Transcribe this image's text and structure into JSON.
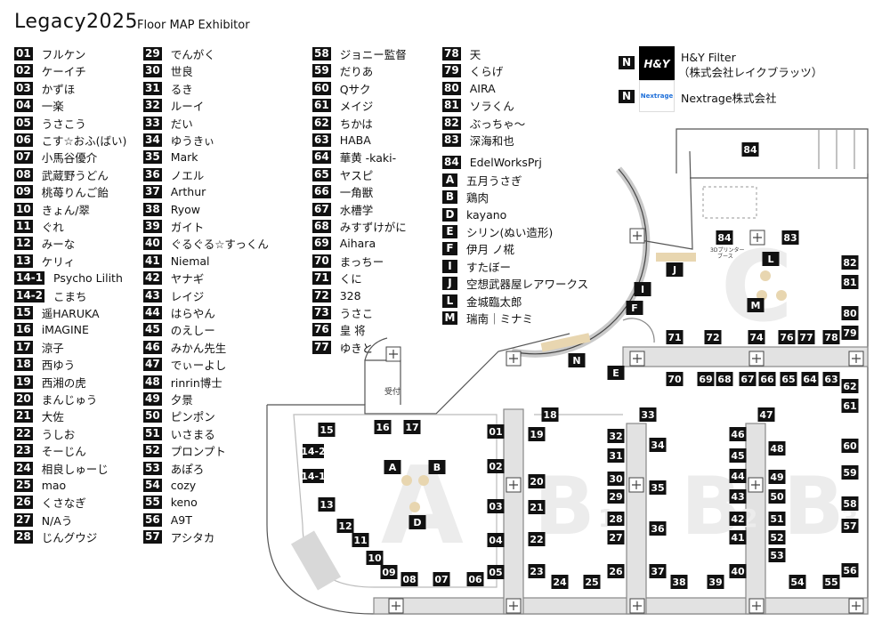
{
  "header": {
    "title": "Legacy2025",
    "subtitle": "Floor MAP Exhibitor"
  },
  "exhibitors": [
    {
      "no": "01",
      "name": "フルケン"
    },
    {
      "no": "02",
      "name": "ケーイチ"
    },
    {
      "no": "03",
      "name": "かずほ"
    },
    {
      "no": "04",
      "name": "一楽"
    },
    {
      "no": "05",
      "name": "うさこう"
    },
    {
      "no": "06",
      "name": "こす☆おふ(ばい)"
    },
    {
      "no": "07",
      "name": "小馬谷優介"
    },
    {
      "no": "08",
      "name": "武蔵野うどん"
    },
    {
      "no": "09",
      "name": "桃苺りんご飴"
    },
    {
      "no": "10",
      "name": "きょん/翠"
    },
    {
      "no": "11",
      "name": "ぐれ"
    },
    {
      "no": "12",
      "name": "みーな"
    },
    {
      "no": "13",
      "name": "ケリィ"
    },
    {
      "no": "14-1",
      "name": "Psycho Lilith"
    },
    {
      "no": "14-2",
      "name": "こまち"
    },
    {
      "no": "15",
      "name": "遥HARUKA"
    },
    {
      "no": "16",
      "name": "iMAGINE"
    },
    {
      "no": "17",
      "name": "涼子"
    },
    {
      "no": "18",
      "name": "西ゆう"
    },
    {
      "no": "19",
      "name": "西湘の虎"
    },
    {
      "no": "20",
      "name": "まんじゅう"
    },
    {
      "no": "21",
      "name": "大佐"
    },
    {
      "no": "22",
      "name": "うしお"
    },
    {
      "no": "23",
      "name": "そーじん"
    },
    {
      "no": "24",
      "name": "相良しゅーじ"
    },
    {
      "no": "25",
      "name": "mao"
    },
    {
      "no": "26",
      "name": "くさなぎ"
    },
    {
      "no": "27",
      "name": "N/Aう"
    },
    {
      "no": "28",
      "name": "じんグウジ"
    },
    {
      "no": "29",
      "name": "でんがく"
    },
    {
      "no": "30",
      "name": "世良"
    },
    {
      "no": "31",
      "name": "るき"
    },
    {
      "no": "32",
      "name": "ルーイ"
    },
    {
      "no": "33",
      "name": "だい"
    },
    {
      "no": "34",
      "name": "ゆうきぃ"
    },
    {
      "no": "35",
      "name": "Mark"
    },
    {
      "no": "36",
      "name": "ノエル"
    },
    {
      "no": "37",
      "name": "Arthur"
    },
    {
      "no": "38",
      "name": "Ryow"
    },
    {
      "no": "39",
      "name": "ガイト"
    },
    {
      "no": "40",
      "name": "ぐるぐる☆すっくん"
    },
    {
      "no": "41",
      "name": "Niemal"
    },
    {
      "no": "42",
      "name": "ヤナギ"
    },
    {
      "no": "43",
      "name": "レイジ"
    },
    {
      "no": "44",
      "name": "はらやん"
    },
    {
      "no": "45",
      "name": "のえしー"
    },
    {
      "no": "46",
      "name": "みかん先生"
    },
    {
      "no": "47",
      "name": "でぃーよし"
    },
    {
      "no": "48",
      "name": "rinrin博士"
    },
    {
      "no": "49",
      "name": "夕景"
    },
    {
      "no": "50",
      "name": "ピンポン"
    },
    {
      "no": "51",
      "name": "いさまる"
    },
    {
      "no": "52",
      "name": "プロンプト"
    },
    {
      "no": "53",
      "name": "あぽろ"
    },
    {
      "no": "54",
      "name": "cozy"
    },
    {
      "no": "55",
      "name": "keno"
    },
    {
      "no": "56",
      "name": "A9T"
    },
    {
      "no": "57",
      "name": "アシタカ"
    },
    {
      "no": "58",
      "name": "ジョニー監督"
    },
    {
      "no": "59",
      "name": "だりあ"
    },
    {
      "no": "60",
      "name": "Qサク"
    },
    {
      "no": "61",
      "name": "メイジ"
    },
    {
      "no": "62",
      "name": "ちかは"
    },
    {
      "no": "63",
      "name": "HABA"
    },
    {
      "no": "64",
      "name": "華黄 -kaki-"
    },
    {
      "no": "65",
      "name": "ヤスピ"
    },
    {
      "no": "66",
      "name": "一角獣"
    },
    {
      "no": "67",
      "name": "水槽学"
    },
    {
      "no": "68",
      "name": "みすずけがに"
    },
    {
      "no": "69",
      "name": "Aihara"
    },
    {
      "no": "70",
      "name": "まっちー"
    },
    {
      "no": "71",
      "name": "くに"
    },
    {
      "no": "72",
      "name": "328"
    },
    {
      "no": "73",
      "name": "うさこ"
    },
    {
      "no": "76",
      "name": "皇 将"
    },
    {
      "no": "77",
      "name": "ゆきと"
    },
    {
      "no": "78",
      "name": "天"
    },
    {
      "no": "79",
      "name": "くらげ"
    },
    {
      "no": "80",
      "name": "AIRA"
    },
    {
      "no": "81",
      "name": "ソラくん"
    },
    {
      "no": "82",
      "name": "ぶっちゃ〜"
    },
    {
      "no": "83",
      "name": "深海和也"
    },
    {
      "no": "84",
      "name": "EdelWorksPrj"
    },
    {
      "no": "A",
      "name": "五月うさぎ"
    },
    {
      "no": "B",
      "name": "鶏肉"
    },
    {
      "no": "D",
      "name": "kayano"
    },
    {
      "no": "E",
      "name": "シリン(ぬい造形)"
    },
    {
      "no": "F",
      "name": "伊月 ノ椛"
    },
    {
      "no": "I",
      "name": "すたぼー"
    },
    {
      "no": "J",
      "name": "空想武器屋レアワークス"
    },
    {
      "no": "L",
      "name": "金城臨太郎"
    },
    {
      "no": "M",
      "name": "瑞南｜ミナミ"
    }
  ],
  "sponsors": [
    {
      "badge": "N",
      "logo": "H&Y",
      "name": "H&Y Filter",
      "sub": "（株式会社レイクブラッツ）"
    },
    {
      "badge": "N",
      "logo": "Nextrage",
      "name": "Nextrage株式会社"
    }
  ],
  "map": {
    "zones": [
      "A",
      "B",
      "1",
      "B",
      "2",
      "B",
      "3",
      "C"
    ],
    "reception_label": "受付",
    "printer_label": "3Dプリンター\nブース",
    "booths": [
      "84",
      "84",
      "83",
      "82",
      "81",
      "80",
      "79",
      "78",
      "77",
      "76",
      "74",
      "72",
      "71",
      "70",
      "69",
      "68",
      "67",
      "66",
      "65",
      "64",
      "63",
      "62",
      "61",
      "60",
      "59",
      "58",
      "57",
      "56",
      "55",
      "54",
      "53",
      "52",
      "51",
      "50",
      "49",
      "48",
      "47",
      "46",
      "45",
      "44",
      "43",
      "42",
      "41",
      "40",
      "39",
      "38",
      "37",
      "36",
      "35",
      "34",
      "33",
      "32",
      "31",
      "30",
      "29",
      "28",
      "27",
      "26",
      "25",
      "24",
      "23",
      "22",
      "21",
      "20",
      "19",
      "18",
      "17",
      "16",
      "15",
      "14-2",
      "14-1",
      "13",
      "12",
      "11",
      "10",
      "09",
      "08",
      "07",
      "06",
      "05",
      "04",
      "03",
      "02",
      "01",
      "A",
      "B",
      "D",
      "E",
      "F",
      "I",
      "J",
      "L",
      "M",
      "N"
    ]
  },
  "colors": {
    "booth": "#111111",
    "wall": "#555555",
    "beige": "#e8d6b0",
    "zone": "#ededed"
  }
}
